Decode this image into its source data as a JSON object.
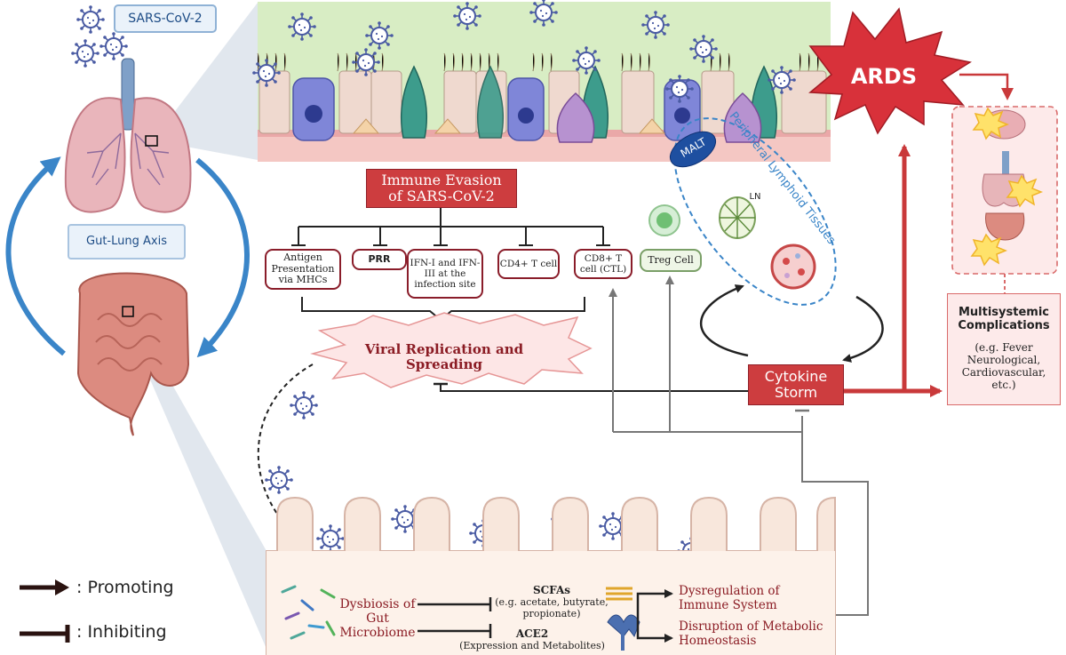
{
  "virus_label": "SARS-CoV-2",
  "axis_label": "Gut-Lung Axis",
  "ards_label": "ARDS",
  "immune_evasion_label": "Immune Evasion of SARS-CoV-2",
  "targets": [
    {
      "name": "antigen-box",
      "text": "Antigen Presentation via MHCs"
    },
    {
      "name": "prr-box",
      "text": "PRR"
    },
    {
      "name": "ifn-box",
      "text": "IFN-I and IFN-III at the infection site"
    },
    {
      "name": "cd4-box",
      "text": "CD4+ T cell"
    },
    {
      "name": "cd8-box",
      "text": "CD8+ T cell (CTL)"
    }
  ],
  "treg_label": "Treg Cell",
  "malt_label": "MALT",
  "ln_label": "LN",
  "lymphoid_label": "Peripheral Lymphoid Tissues",
  "viral_replication_label": "Viral Replication and Spreading",
  "cytokine_storm_label": "Cytokine Storm",
  "multisystemic": {
    "title": "Multisystemic Complications",
    "detail": "(e.g. Fever Neurological, Cardiovascular, etc.)"
  },
  "gut": {
    "dysbiosis": "Dysbiosis of Gut Microbiome",
    "scfas_title": "SCFAs",
    "scfas_detail": "(e.g. acetate, butyrate, propionate)",
    "ace2_title": "ACE2",
    "ace2_detail": "(Expression and Metabolites)",
    "dysregulation": "Dysregulation of Immune System",
    "disruption": "Disruption of Metabolic Homeostasis"
  },
  "legend": {
    "promoting": ": Promoting",
    "inhibiting": ": Inhibiting"
  },
  "colors": {
    "red": "#c43b3b",
    "dark_red": "#8b1c24",
    "blue_arrow": "#3a85c8",
    "lung_pink": "#e6a3ab",
    "epithelium_green": "#cfe8b0"
  }
}
